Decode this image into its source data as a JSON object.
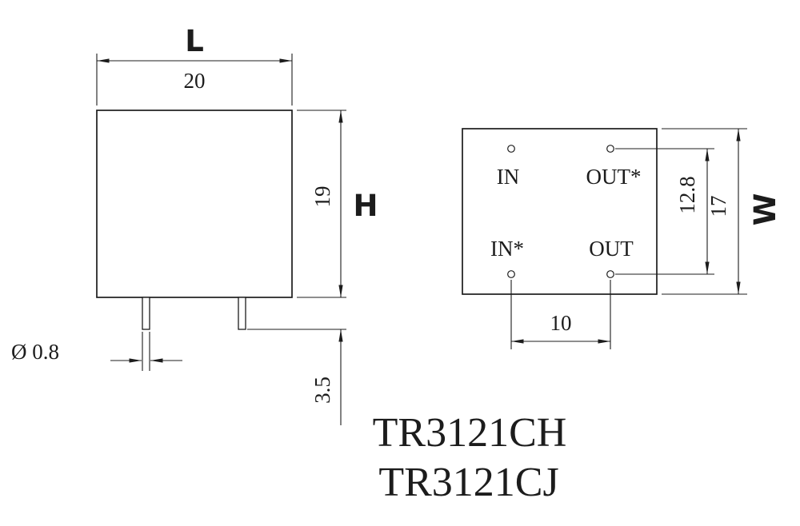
{
  "front_view": {
    "length_letter": "L",
    "length_value": "20",
    "height_value": "19",
    "height_letter": "H",
    "pin_diameter": "Ø 0.8",
    "pin_length": "3.5"
  },
  "pin_view": {
    "pin_top_left": "IN",
    "pin_top_right": "OUT*",
    "pin_bottom_left": "IN*",
    "pin_bottom_right": "OUT",
    "row_spacing": "12.8",
    "width_value": "17",
    "width_letter": "W",
    "column_spacing": "10"
  },
  "part_numbers": {
    "line1": "TR3121CH",
    "line2": "TR3121CJ"
  },
  "colors": {
    "line": "#1c1c1c",
    "background": "#ffffff"
  }
}
